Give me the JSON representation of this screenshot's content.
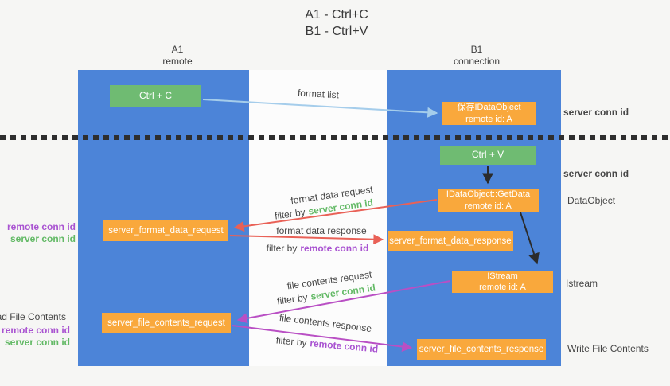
{
  "title": {
    "line1": "A1 - Ctrl+C",
    "line2": "B1 - Ctrl+V"
  },
  "columns": {
    "a1": {
      "name": "A1",
      "subtitle": "remote"
    },
    "b1": {
      "name": "B1",
      "subtitle": "connection"
    }
  },
  "nodes": {
    "ctrl_c": {
      "label": "Ctrl + C"
    },
    "ctrl_v": {
      "label": "Ctrl + V"
    },
    "save_dataobject": {
      "line1": "保存IDataObject",
      "line2": "remote id: A"
    },
    "getdata": {
      "line1": "IDataObject::GetData",
      "line2": "remote id: A"
    },
    "istream": {
      "line1": "IStream",
      "line2": "remote id: A"
    },
    "format_request": {
      "label": "server_format_data_request"
    },
    "format_response": {
      "label": "server_format_data_response"
    },
    "file_request": {
      "label": "server_file_contents_request"
    },
    "file_response": {
      "label": "server_file_contents_response"
    }
  },
  "arrow_labels": {
    "format_list": "format list",
    "format_data_request": "format data request",
    "format_data_response": "format data response",
    "file_contents_request": "file contents request",
    "file_contents_response": "file contents response",
    "filter_by": "filter by",
    "server_conn_id": "server conn id",
    "remote_conn_id": "remote conn id"
  },
  "side_labels": {
    "server_conn_id_top": "server conn id",
    "server_conn_id_mid": "server conn id",
    "dataobject": "DataObject",
    "istream": "Istream",
    "write_file_contents": "Write File Contents",
    "read_file_contents": "Read File Contents",
    "remote_conn_id_1": "remote conn id",
    "server_conn_id_1": "server conn id",
    "remote_conn_id_2": "remote conn id",
    "server_conn_id_2": "server conn id"
  },
  "colors": {
    "column_blue": "#4c84d8",
    "node_green": "#6fbb72",
    "node_orange": "#f9a83c",
    "arrow_light_blue": "#a5cdeb",
    "arrow_red": "#e96157",
    "arrow_magenta": "#b94fc4",
    "arrow_black": "#2b2b2b",
    "text_green": "#62b965",
    "text_purple": "#a953d1"
  }
}
